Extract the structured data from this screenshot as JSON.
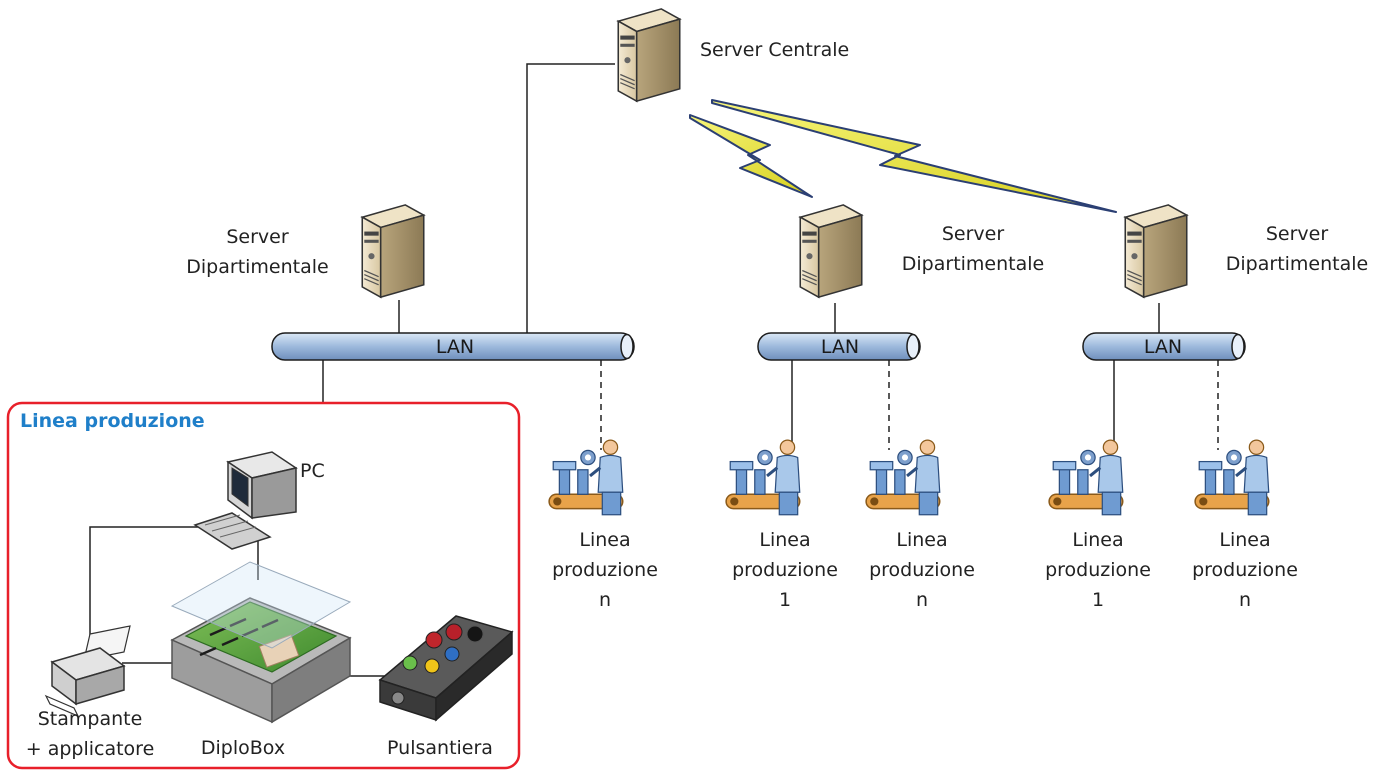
{
  "central_server": {
    "label": "Server Centrale"
  },
  "dept_servers": [
    {
      "label": "Server\nDipartimentale"
    },
    {
      "label": "Server\nDipartimentale"
    },
    {
      "label": "Server\nDipartimentale"
    }
  ],
  "lan_label": "LAN",
  "production_box": {
    "title": "Linea produzione",
    "pc_label": "PC",
    "printer_label": "Stampante\n+ applicatore",
    "diplobox_label": "DiploBox",
    "pulsantiera_label": "Pulsantiera"
  },
  "lines": [
    {
      "label": "Linea\nproduzione\nn"
    },
    {
      "label": "Linea\nproduzione\n1"
    },
    {
      "label": "Linea\nproduzione\nn"
    },
    {
      "label": "Linea\nproduzione\n1"
    },
    {
      "label": "Linea\nproduzione\nn"
    }
  ],
  "colors": {
    "box_border": "#e8202a",
    "title": "#1f7fc9",
    "lan_fill": "#a9c4e4",
    "bolt": "#f0ee3a"
  }
}
